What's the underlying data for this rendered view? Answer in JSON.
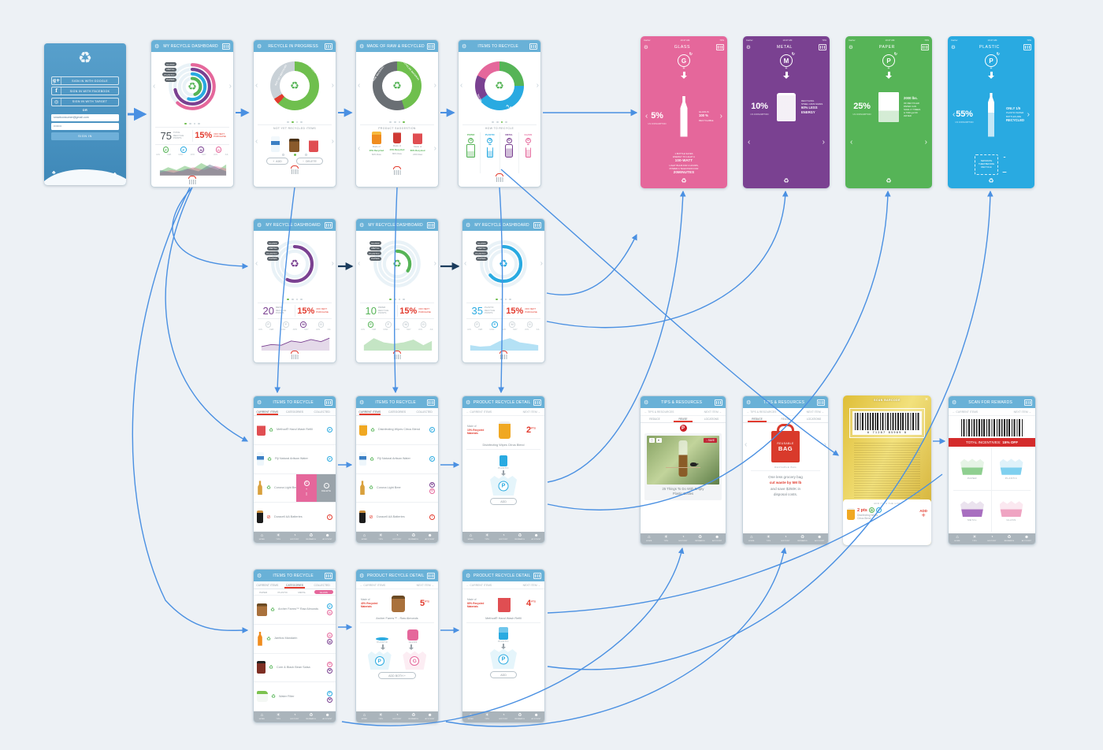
{
  "colors": {
    "header": "#69b1d7",
    "glass": "#e5679b",
    "metal": "#7a4191",
    "paper": "#56b457",
    "plastic": "#29aae1",
    "accent": "#e23b2e",
    "connector": "#4a90e2",
    "dark_arrow": "#1b3c5d"
  },
  "common": {
    "months": [
      "JAN",
      "FEB",
      "MAR",
      "APR",
      "MAY",
      "JUN",
      "JUL"
    ],
    "nav": [
      "HOME",
      "TIPS",
      "HISTORY",
      "REWARDS",
      "ACCOUNT"
    ],
    "items_tabs": [
      "CURRENT ITEMS",
      "CATEGORIES",
      "COLLECTED"
    ],
    "current_items": "CURRENT ITEMS",
    "next_item": "NEXT ITEM",
    "back_arrow": "←",
    "fwd_arrow": "→"
  },
  "status": {
    "carrier": "Carrier",
    "time": "10:47 AM",
    "batt": "73%"
  },
  "screens": {
    "login": {
      "google": "SIGN IN WITH GOOGLE",
      "facebook": "SIGN IN WITH FACEBOOK",
      "target": "SIGN IN WITH TARGET",
      "gicon": "g+",
      "ficon": "f",
      "ticon": "◎",
      "or": "OR",
      "email": "smartconsumer@gmail.com",
      "password": "••••••••",
      "signin": "SIGN IN"
    },
    "dash_main": {
      "title": "MY RECYCLE DASHBOARD",
      "ring_labels": [
        "GLASS",
        "METAL",
        "PLASTIC",
        "PAPER"
      ],
      "points": "75",
      "points_label": "TOTAL RECYCLE POINTS",
      "discount": "15%",
      "discount_label": "OFF NEXT PURCHASE"
    },
    "progress": {
      "title": "RECYCLE IN PROGRESS",
      "seg_a": "RECYCLED",
      "seg_b": "NOT YET RECYCLED",
      "section": "NOT YET RECYCLED ITEMS",
      "add": "ADD",
      "delete": "DELETE"
    },
    "madeof": {
      "title": "MADE OF RAW & RECYCLED",
      "seg_a": "RAW MATERIAL",
      "seg_b": "RECYCLED MATERIAL",
      "section": "PRODUCT SUGGESTION",
      "cards": [
        {
          "made": "Made of",
          "rec": "40% Recycled",
          "raw": "60% Raw"
        },
        {
          "made": "Made of",
          "rec": "20% Recycled",
          "raw": "80% Raw"
        },
        {
          "made": "Made of",
          "rec": "80% Recycled",
          "raw": "20% Raw"
        }
      ]
    },
    "items_donut": {
      "title": "ITEMS TO RECYCLE",
      "segments": [
        "GLASS",
        "PAPER",
        "METAL",
        "PLASTIC"
      ],
      "section": "HOW TO RECYCLE",
      "bins": [
        "PAPER",
        "PLASTIC",
        "METAL",
        "GLASS"
      ]
    },
    "glass": {
      "title": "GLASS",
      "letter": "G",
      "stat": "5%",
      "stat_label": "US CONSUMPTION",
      "info_1": "GLASS IS",
      "info_big": "100 %",
      "info_2": "RECYCLABLE",
      "fact_1": "1 BOTTLE SAVES",
      "fact_2": "ENERGY TO LIGHT A",
      "fact_b1": "100-WATT",
      "fact_3": "LIGHT BULB FOR 4 HOURS,",
      "fact_4": "POWER A TELEVISION FOR",
      "fact_b2": "20MINUTES"
    },
    "metal": {
      "title": "METAL",
      "letter": "M",
      "stat": "10%",
      "stat_label": "US CONSUMPTION",
      "info_1": "RECYCLING",
      "info_2": "STEEL CANS SAVES",
      "info_b1": "60% LESS",
      "info_b2": "ENERGY"
    },
    "paper": {
      "title": "PAPER",
      "letter": "P",
      "stat": "25%",
      "stat_label": "US CONSUMPTION",
      "info_big": "2000 lbs.",
      "info_1": "OF RECYCLED",
      "info_2": "PAPER CAN",
      "info_3": "SAVE 17 TREES",
      "info_4": "& 7000 gal OF",
      "info_5": "WATER"
    },
    "plastic": {
      "title": "PLASTIC",
      "letter": "P",
      "stat": "55%",
      "stat_label": "US CONSUMPTION",
      "info_1": "ONLY 1/5",
      "info_2": "PLASTIC WATER",
      "info_3": "BOTTLES ARE",
      "info_b": "RECYCLED",
      "tip_1": "SEPARATE",
      "tip_2": "THEM BEFORE",
      "tip_3": "RECYCLE"
    },
    "dash_metal": {
      "title": "MY RECYCLE DASHBOARD",
      "points": "20",
      "points_label": "METAL RECYCLE POINTS",
      "discount": "15%",
      "discount_label": "OFF NEXT PURCHASE"
    },
    "dash_paper": {
      "title": "MY RECYCLE DASHBOARD",
      "points": "10",
      "points_label": "PAPER RECYCLE POINTS",
      "discount": "15%",
      "discount_label": "OFF NEXT PURCHASE"
    },
    "dash_plastic": {
      "title": "MY RECYCLE DASHBOARD",
      "points": "35",
      "points_label": "PLASTIC RECYCLE POINTS",
      "discount": "15%",
      "discount_label": "OFF NEXT PURCHASE"
    },
    "items_swipe": {
      "title": "ITEMS TO RECYCLE",
      "rows": [
        {
          "name": "Method® Hand Wash Refill",
          "b0": "P"
        },
        {
          "name": "Fiji Natural Artisan Water",
          "b0": "P"
        },
        {
          "name": "Corona Light Beer",
          "g": "G",
          "plus": "+",
          "delete": "DELETE"
        },
        {
          "name": "Duracell AA Batteries",
          "b0": "!"
        }
      ]
    },
    "items_list2": {
      "title": "ITEMS TO RECYCLE",
      "rows": [
        {
          "name": "Disinfecting Wipes Citrus Blend",
          "b0": "P"
        },
        {
          "name": "Fiji Natural Artisan Water",
          "b0": "P"
        },
        {
          "name": "Corona Light Beer",
          "b0": "M",
          "b1": "G"
        },
        {
          "name": "Duracell AA Batteries",
          "b0": "!"
        }
      ]
    },
    "detail_wipes": {
      "title": "PRODUCT RECYCLE DETAIL",
      "made_1": "Made of",
      "made_2": "10% Recycled",
      "made_3": "Materials",
      "pts": "2",
      "pts_unit": "PTS",
      "product": "Disinfecting Wipes Citrus Blend",
      "material": "PLASTIC",
      "bag_letter": "P",
      "action": "ADD"
    },
    "tips_reuse": {
      "title": "TIPS & RESOURCES",
      "back": "TIPS & RESOURCES",
      "tabs": [
        "REDUCE",
        "REUSE",
        "LOCATIONS"
      ],
      "pin": "P",
      "save": "↓ SAVE",
      "share": "▢",
      "like": "♥",
      "caption_1": "25 Things To Do With Empty",
      "caption_2": "Plastic Bottles"
    },
    "tips_reduce": {
      "title": "TIPS & RESOURCES",
      "back": "TIPS & RESOURCES",
      "tabs": [
        "REDUCE",
        "REUSE",
        "LOCATIONS"
      ],
      "bag_1": "REUSABLE",
      "bag_2": "BAG",
      "bag_label": "REUSABLE BAG",
      "text_1": "One less grocery bag",
      "text_b": "cut waste by 5M lb",
      "text_2": "and save $250K in",
      "text_3": "disposal costs."
    },
    "scan": {
      "header": "SCAN BARCODE",
      "close": "×",
      "digits": "0 71287 85969 8",
      "hint": "ADD IT TO THE LIST",
      "pts": "2 pts",
      "badge_a": "♻",
      "badge_b": "P",
      "product_1": "Disinfecting Wipes",
      "product_2": "Citrus Blend",
      "action": "ADD",
      "plus": "+"
    },
    "rewards": {
      "title": "SCAN FOR REWARDS",
      "banner": "TOTAL INCENTIVES:",
      "banner_b": "15% OFF",
      "bags": [
        "PAPER",
        "PLASTIC",
        "METAL",
        "GLASS"
      ]
    },
    "items_categories": {
      "title": "ITEMS TO RECYCLE",
      "subtabs": [
        "PAPER",
        "PLASTIC",
        "METAL",
        "GLASS"
      ],
      "rows": [
        {
          "name": "Archer Farms™ Raw Almonds",
          "b0": "P",
          "b1": "G"
        },
        {
          "name": "Jarritos Mandarin",
          "b0": "G",
          "b1": "M"
        },
        {
          "name": "Corn & Black Bean Salsa",
          "b0": "G",
          "b1": "M"
        },
        {
          "name": "Water Filter",
          "b0": "P",
          "b1": "M"
        }
      ]
    },
    "detail_almonds": {
      "title": "PRODUCT RECYCLE DETAIL",
      "made_1": "Made of",
      "made_2": "40% Recycled",
      "made_3": "Materials",
      "pts": "5",
      "pts_unit": "PTS",
      "product": "Archer Farms™ - Raw Almonds",
      "mat_a": "PLASTIC",
      "mat_b": "GLASS",
      "bag_a": "P",
      "bag_b": "G",
      "action": "ADD BOTH +"
    },
    "detail_method": {
      "title": "PRODUCT RECYCLE DETAIL",
      "made_1": "Made of",
      "made_2": "80% Recycled",
      "made_3": "Materials",
      "pts": "4",
      "pts_unit": "PTS",
      "product": "Method® Hand Wash Refill",
      "material": "PLASTIC",
      "bag_letter": "P",
      "action": "ADD"
    }
  }
}
